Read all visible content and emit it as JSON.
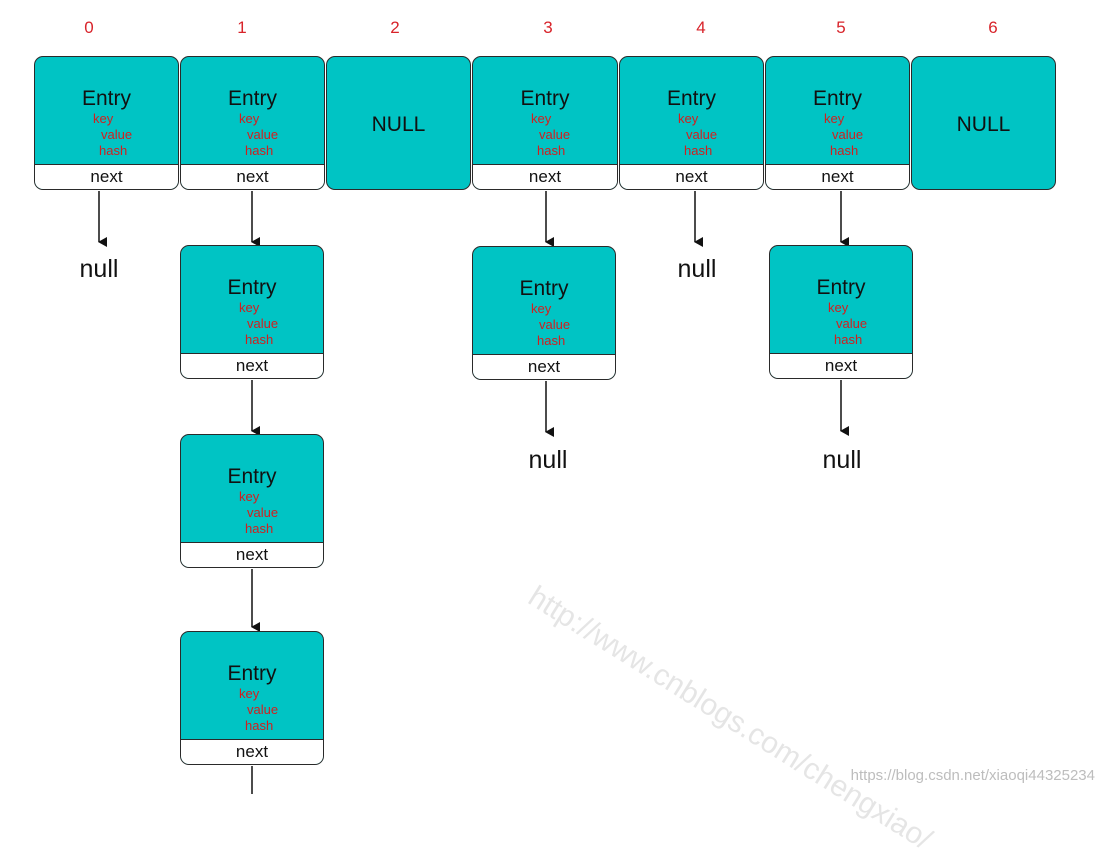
{
  "indices": [
    "0",
    "1",
    "2",
    "3",
    "4",
    "5",
    "6"
  ],
  "entry": {
    "title": "Entry",
    "field_key": "key",
    "field_value": "value",
    "field_hash": "hash",
    "next_label": "next"
  },
  "null_slot_label": "NULL",
  "null_terminal_label": "null",
  "watermark": "http://www.cnblogs.com/chengxiao/",
  "credit": "https://blog.csdn.net/xiaoqi44325234",
  "colors": {
    "node_fill": "#00c4c4",
    "field_text": "#d02020",
    "index_text": "#d8232a"
  }
}
